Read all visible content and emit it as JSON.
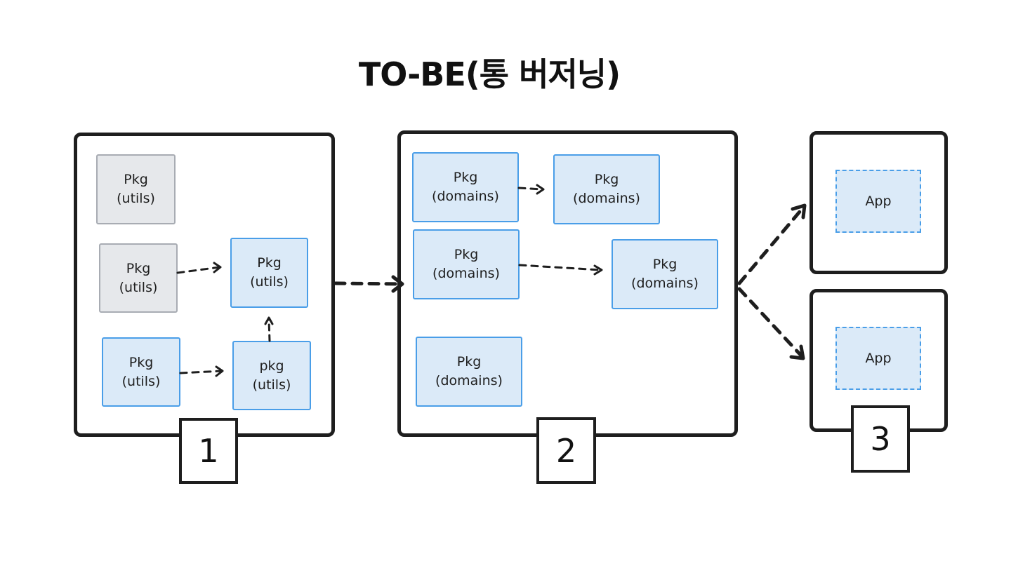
{
  "title": "TO-BE(통 버저닝)",
  "groups": [
    {
      "number": "1",
      "packages": [
        {
          "line1": "Pkg",
          "line2": "(utils)",
          "color": "grey"
        },
        {
          "line1": "Pkg",
          "line2": "(utils)",
          "color": "grey"
        },
        {
          "line1": "Pkg",
          "line2": "(utils)",
          "color": "blue"
        },
        {
          "line1": "Pkg",
          "line2": "(utils)",
          "color": "blue"
        },
        {
          "line1": "pkg",
          "line2": "(utils)",
          "color": "blue"
        }
      ]
    },
    {
      "number": "2",
      "packages": [
        {
          "line1": "Pkg",
          "line2": "(domains)",
          "color": "blue"
        },
        {
          "line1": "Pkg",
          "line2": "(domains)",
          "color": "blue"
        },
        {
          "line1": "Pkg",
          "line2": "(domains)",
          "color": "blue"
        },
        {
          "line1": "Pkg",
          "line2": "(domains)",
          "color": "blue"
        },
        {
          "line1": "Pkg",
          "line2": "(domains)",
          "color": "blue"
        }
      ]
    },
    {
      "number": "3",
      "apps": [
        {
          "label": "App"
        },
        {
          "label": "App"
        }
      ]
    }
  ],
  "colors": {
    "stroke": "#1e1e1e",
    "package_fill": "#dbeaf8",
    "package_border": "#4a9ee8",
    "grey_fill": "#e6e8eb",
    "grey_border": "#a8acb3"
  }
}
